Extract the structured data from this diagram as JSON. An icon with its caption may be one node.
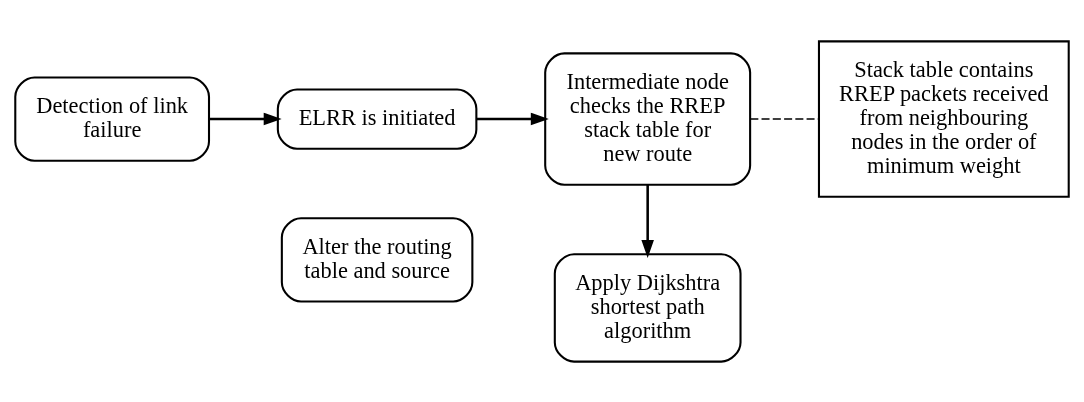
{
  "diagram": {
    "nodes": [
      {
        "text": [
          "Detection of link failure"
        ]
      },
      {
        "text": [
          "ELRR is initiated"
        ]
      },
      {
        "text": [
          "Intermediate node checks the RREP stack table for new route"
        ]
      },
      {
        "text": [
          "Stack table contains RREP packets received from neighbouring nodes in the order of minimum weight"
        ]
      },
      {
        "text": [
          "Alter the routing table and source"
        ]
      },
      {
        "text": [
          "Apply Dijkshtra shortest path algorithm"
        ]
      }
    ],
    "edges": [
      {
        "from": 0,
        "to": 1,
        "arrow": "to"
      },
      {
        "from": 1,
        "to": 2,
        "arrow": "to"
      },
      {
        "from": 2,
        "to": 3,
        "arrow": "none",
        "style": "dashed"
      },
      {
        "from": 2,
        "to": 5,
        "arrow": "to"
      }
    ]
  }
}
